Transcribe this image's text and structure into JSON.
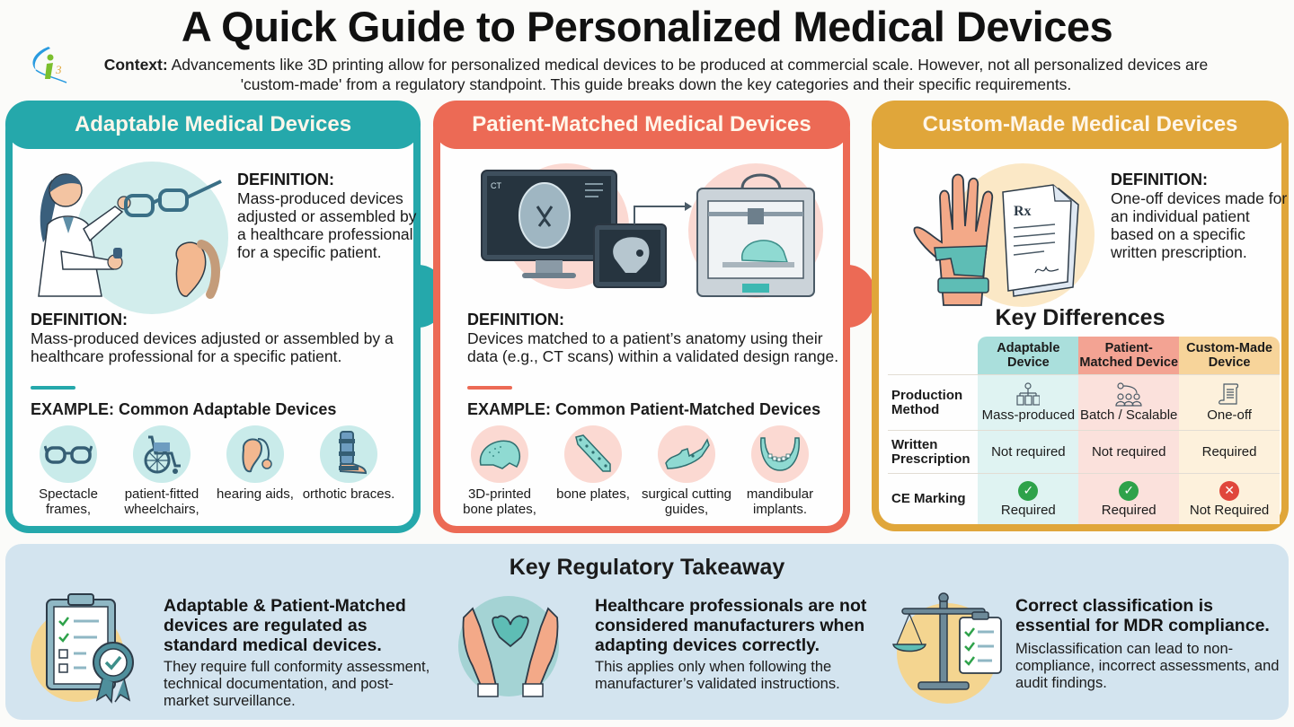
{
  "header": {
    "title": "A Quick Guide to Personalized Medical Devices",
    "context_label": "Context:",
    "context_text": "Advancements like 3D printing allow for personalized medical devices to be produced at commercial scale. However, not all personalized devices are 'custom-made' from a regulatory standpoint. This guide breaks down the key categories and their specific requirements.",
    "logo": "i3-logo"
  },
  "colors": {
    "adaptable": "#25a8ab",
    "patient_matched": "#ec6a55",
    "custom_made": "#e0a63a",
    "takeaway_bg": "#d3e4ef",
    "check_green": "#2ea24a",
    "cross_red": "#e0473c"
  },
  "panels": {
    "adaptable": {
      "title": "Adaptable Medical Devices",
      "illustration": "clinician-adjusting-glasses-and-hearing-aid",
      "definition_1_head": "DEFINITION:",
      "definition_1_body": "Mass-produced devices adjusted or assembled by a healthcare professional for a specific patient.",
      "definition_2_head": "DEFINITION:",
      "definition_2_body": "Mass-produced devices adjusted or assembled by a healthcare professional for a specific patient.",
      "example_head": "EXAMPLE: Common Adaptable Devices",
      "examples": [
        {
          "icon": "glasses-icon",
          "label": "Spectacle frames,"
        },
        {
          "icon": "wheelchair-icon",
          "label": "patient-fitted wheelchairs,"
        },
        {
          "icon": "hearing-aid-icon",
          "label": "hearing aids,"
        },
        {
          "icon": "orthotic-brace-icon",
          "label": "orthotic braces."
        }
      ]
    },
    "patient_matched": {
      "title": "Patient-Matched Medical Devices",
      "illustration": "ct-scan-to-3d-printer",
      "ct_label": "CT",
      "definition_head": "DEFINITION:",
      "definition_body": "Devices matched to a patient’s anatomy using their data (e.g., CT scans) within a validated design range.",
      "example_head": "EXAMPLE: Common Patient-Matched Devices",
      "examples": [
        {
          "icon": "skull-plate-icon",
          "label": "3D-printed bone plates,"
        },
        {
          "icon": "bone-plate-icon",
          "label": "bone plates,"
        },
        {
          "icon": "cutting-guide-icon",
          "label": "surgical cutting guides,"
        },
        {
          "icon": "mandible-implant-icon",
          "label": "mandibular implants."
        }
      ]
    },
    "custom_made": {
      "title": "Custom-Made Medical Devices",
      "illustration": "hand-splint-and-prescription",
      "rx_label": "Rx",
      "definition_head": "DEFINITION:",
      "definition_body": "One-off devices made for an individual patient based on a specific written prescription."
    }
  },
  "key_differences": {
    "title": "Key Differences",
    "columns": [
      "Adaptable Device",
      "Patient-Matched Device",
      "Custom-Made Device"
    ],
    "rows": [
      {
        "label": "Production Method",
        "cells": [
          {
            "icon": "org-chart-icon",
            "text": "Mass-produced"
          },
          {
            "icon": "batch-people-icon",
            "text": "Batch / Scalable"
          },
          {
            "icon": "scroll-document-icon",
            "text": "One-off"
          }
        ]
      },
      {
        "label": "Written Prescription",
        "cells": [
          {
            "text": "Not required"
          },
          {
            "text": "Not required"
          },
          {
            "text": "Required"
          }
        ]
      },
      {
        "label": "CE Marking",
        "cells": [
          {
            "icon": "check-circle-icon",
            "symbol": "✓",
            "text": "Required"
          },
          {
            "icon": "check-circle-icon",
            "symbol": "✓",
            "text": "Required"
          },
          {
            "icon": "x-circle-icon",
            "symbol": "✕",
            "text": "Not Required"
          }
        ]
      }
    ]
  },
  "takeaway": {
    "title": "Key Regulatory Takeaway",
    "items": [
      {
        "icon": "clipboard-badge-icon",
        "head": "Adaptable & Patient-Matched devices are regulated as standard medical devices.",
        "body": "They require full conformity assessment, technical documentation, and post-market surveillance."
      },
      {
        "icon": "hands-heart-icon",
        "head": "Healthcare professionals are not considered manufacturers when adapting devices correctly.",
        "body": "This applies only when following the manufacturer’s validated instructions."
      },
      {
        "icon": "scale-checklist-icon",
        "head": "Correct classification is essential for MDR compliance.",
        "body": "Misclassification can lead to non-compliance, incorrect assessments, and audit findings."
      }
    ]
  }
}
